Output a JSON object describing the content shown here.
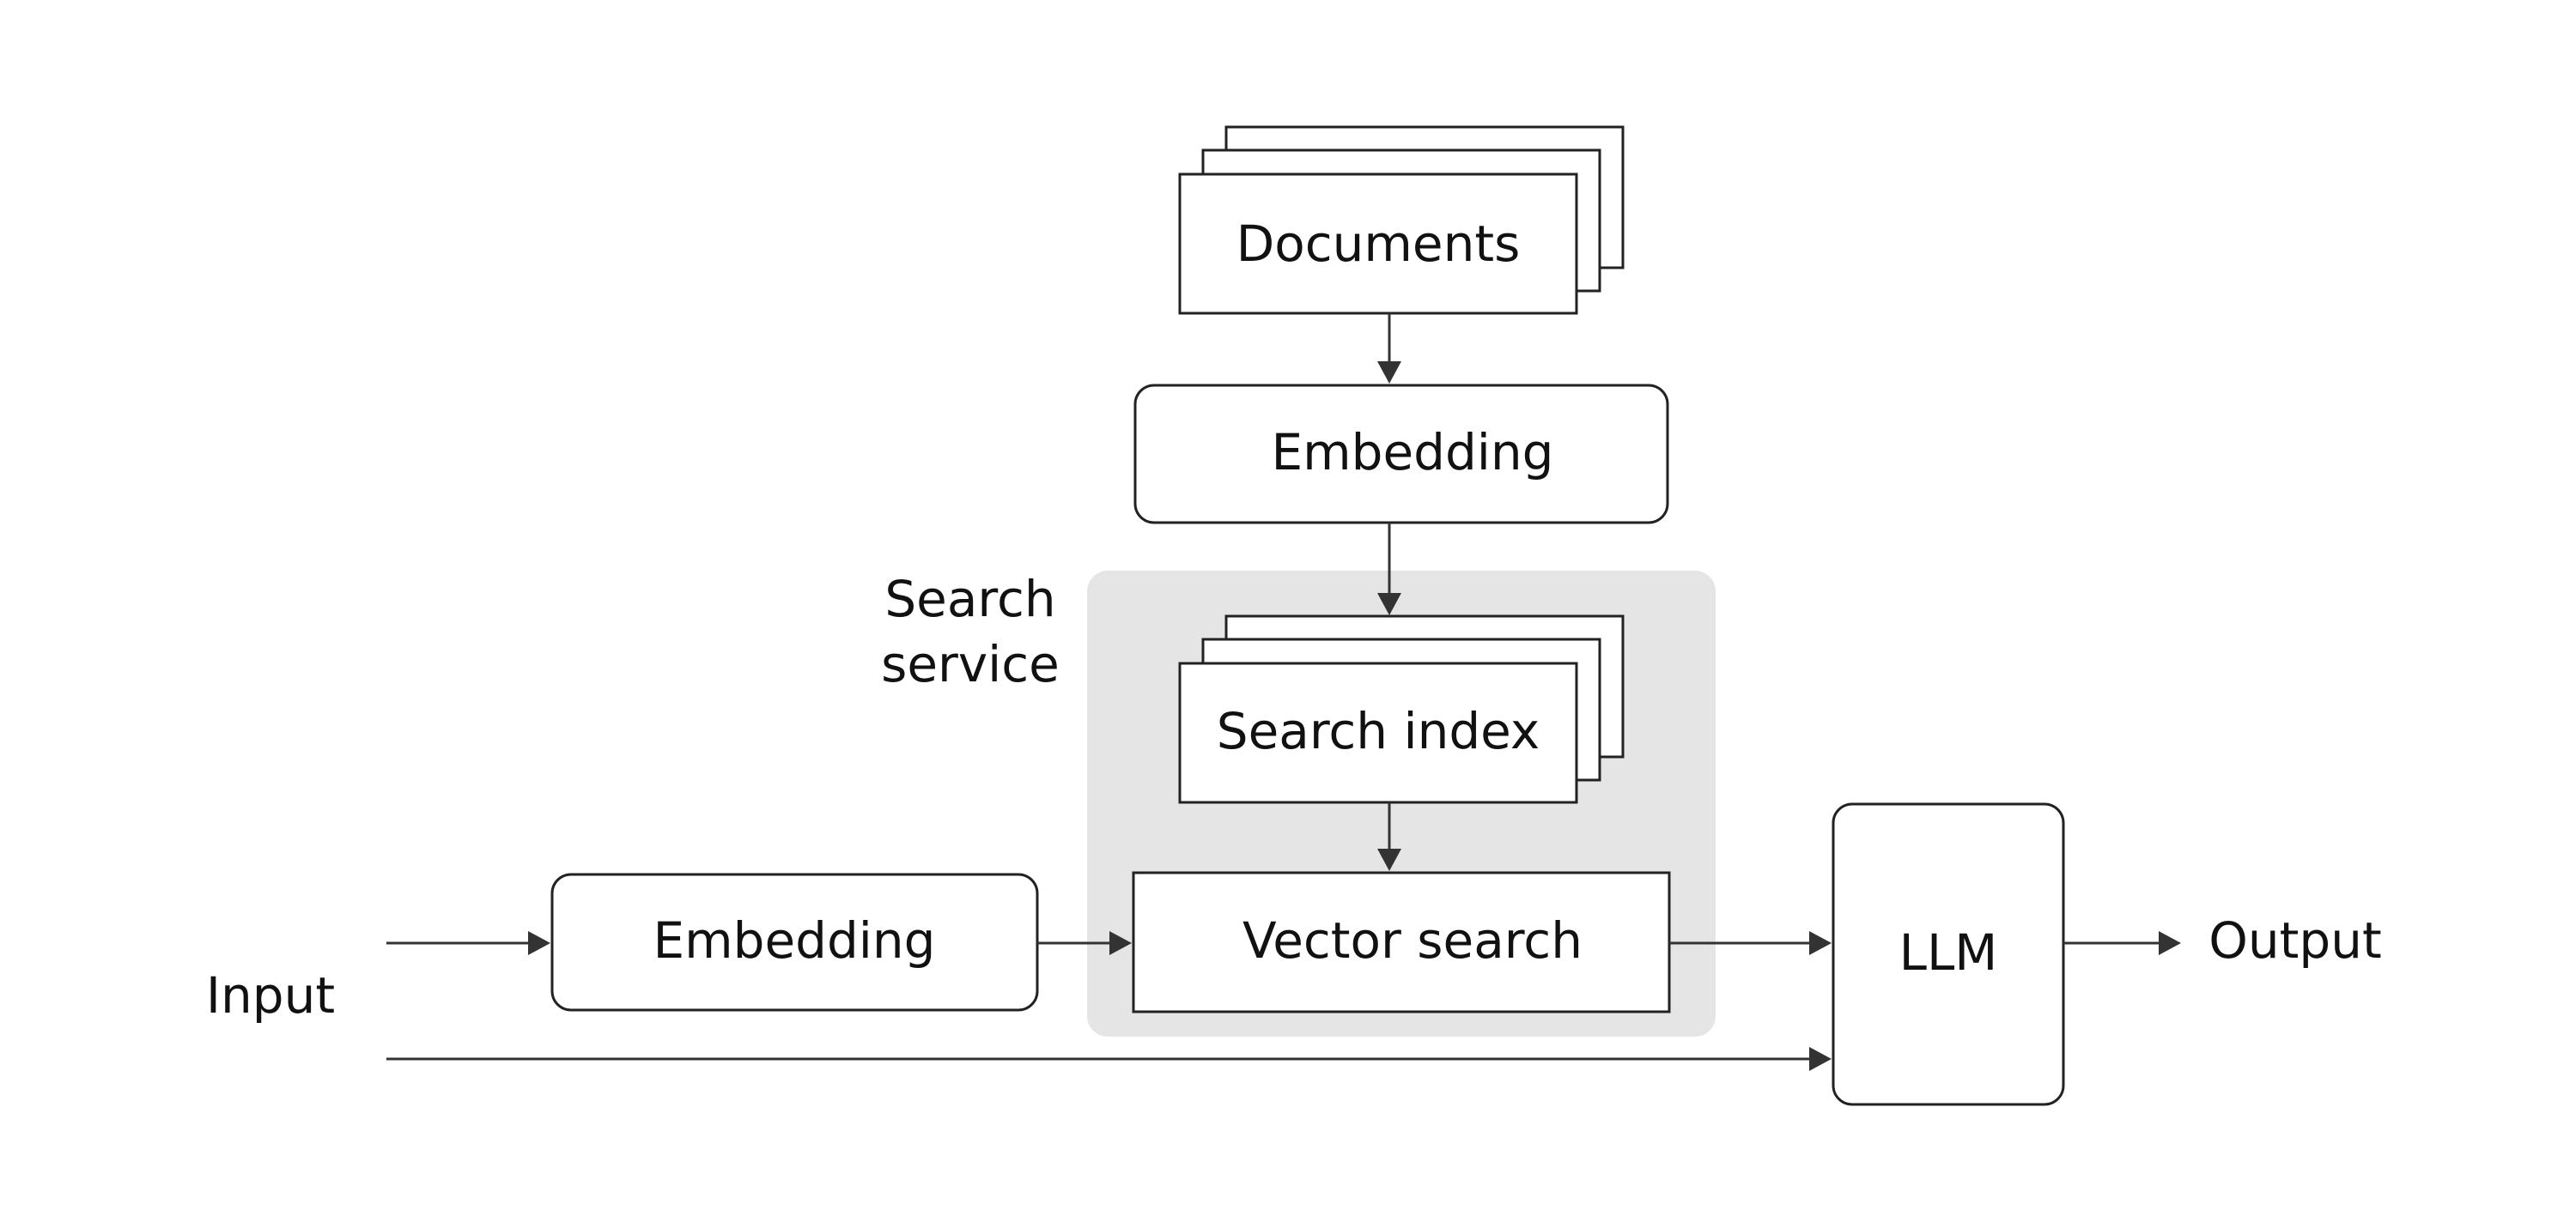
{
  "diagram": {
    "nodes": {
      "documents": "Documents",
      "embedding_top": "Embedding",
      "search_index": "Search index",
      "vector_search": "Vector search",
      "embedding_input": "Embedding",
      "llm": "LLM",
      "input": "Input",
      "output": "Output"
    },
    "group": {
      "label_line1": "Search",
      "label_line2": "service",
      "fill": "#e5e5e5"
    },
    "edges": [
      {
        "from": "documents",
        "to": "embedding_top"
      },
      {
        "from": "embedding_top",
        "to": "search_index"
      },
      {
        "from": "search_index",
        "to": "vector_search"
      },
      {
        "from": "input",
        "to": "embedding_input"
      },
      {
        "from": "embedding_input",
        "to": "vector_search"
      },
      {
        "from": "vector_search",
        "to": "llm"
      },
      {
        "from": "input",
        "to": "llm"
      },
      {
        "from": "llm",
        "to": "output"
      }
    ]
  }
}
